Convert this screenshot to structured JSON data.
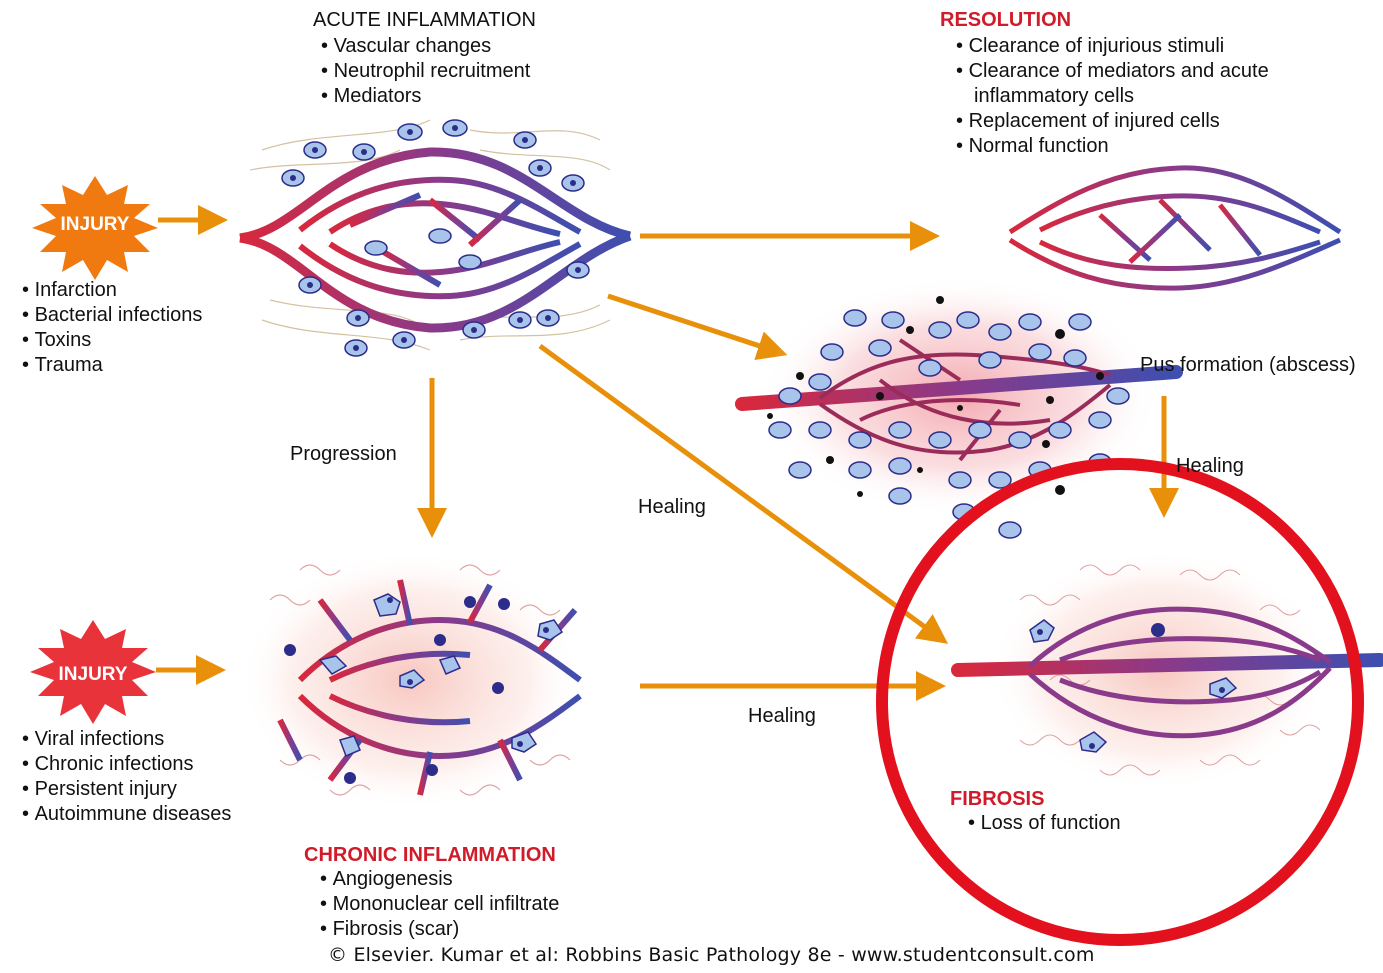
{
  "acute": {
    "title": "ACUTE INFLAMMATION",
    "items": [
      "Vascular changes",
      "Neutrophil recruitment",
      "Mediators"
    ]
  },
  "resolution": {
    "title": "RESOLUTION",
    "items": [
      "Clearance of injurious stimuli",
      "Clearance of mediators and acute",
      "inflammatory cells",
      "Replacement of injured cells",
      "Normal function"
    ]
  },
  "injury_top": {
    "label": "INJURY",
    "items": [
      "Infarction",
      "Bacterial infections",
      "Toxins",
      "Trauma"
    ]
  },
  "injury_bottom": {
    "label": "INJURY",
    "items": [
      "Viral infections",
      "Chronic infections",
      "Persistent injury",
      "Autoimmune diseases"
    ]
  },
  "abscess": {
    "label": "Pus formation (abscess)"
  },
  "labels": {
    "progression": "Progression",
    "healing_center": "Healing",
    "healing_bottom": "Healing",
    "healing_right": "Healing"
  },
  "chronic": {
    "title": "CHRONIC INFLAMMATION",
    "items": [
      "Angiogenesis",
      "Mononuclear cell infiltrate",
      "Fibrosis (scar)"
    ]
  },
  "fibrosis": {
    "title": "FIBROSIS",
    "items": [
      "Loss of function"
    ]
  },
  "footer": "© Elsevier. Kumar et al: Robbins Basic Pathology 8e - www.studentconsult.com",
  "colors": {
    "arrow": "#e8900a",
    "injury_orange": "#f07a10",
    "injury_red": "#e8333b",
    "artery": "#d8283c",
    "vein": "#3d4fb0",
    "highlight_circle": "#e3101e",
    "heading_red": "#d01c2a",
    "cell_fill": "#a9c4ea",
    "nucleus": "#2c2c8a"
  }
}
